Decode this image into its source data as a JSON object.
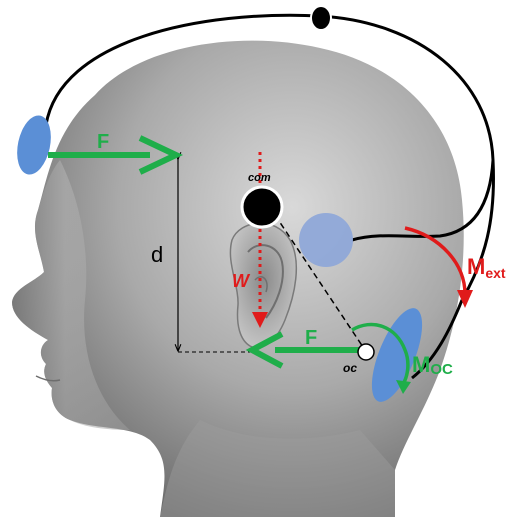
{
  "labels": {
    "force_top": "F",
    "force_bottom": "F",
    "distance": "d",
    "weight": "W",
    "com": "com",
    "oc": "oc",
    "m_ext_main": "M",
    "m_ext_sub": "ext",
    "m_oc_main": "M",
    "m_oc_sub": "OC"
  },
  "colors": {
    "force": "#1fae4a",
    "moment": "#e01b1b",
    "weight": "#e01b1b",
    "pad": "#5b8fd6",
    "frame": "#000000"
  }
}
